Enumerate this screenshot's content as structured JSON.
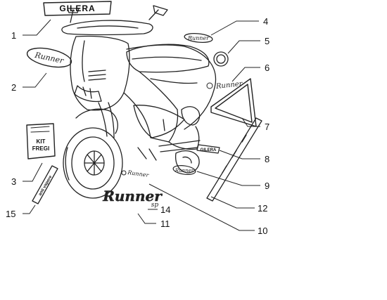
{
  "diagram": {
    "callouts": [
      "1",
      "2",
      "3",
      "4",
      "5",
      "6",
      "7",
      "8",
      "9",
      "10",
      "11",
      "12",
      "14",
      "15"
    ],
    "decals": {
      "gilera_badge": "GILERA",
      "kit_box_line1": "KIT",
      "kit_box_line2": "FREGI",
      "side_strip_text": "anti vapore",
      "script_logo": "Runner",
      "logo_suffix": "sp"
    }
  }
}
